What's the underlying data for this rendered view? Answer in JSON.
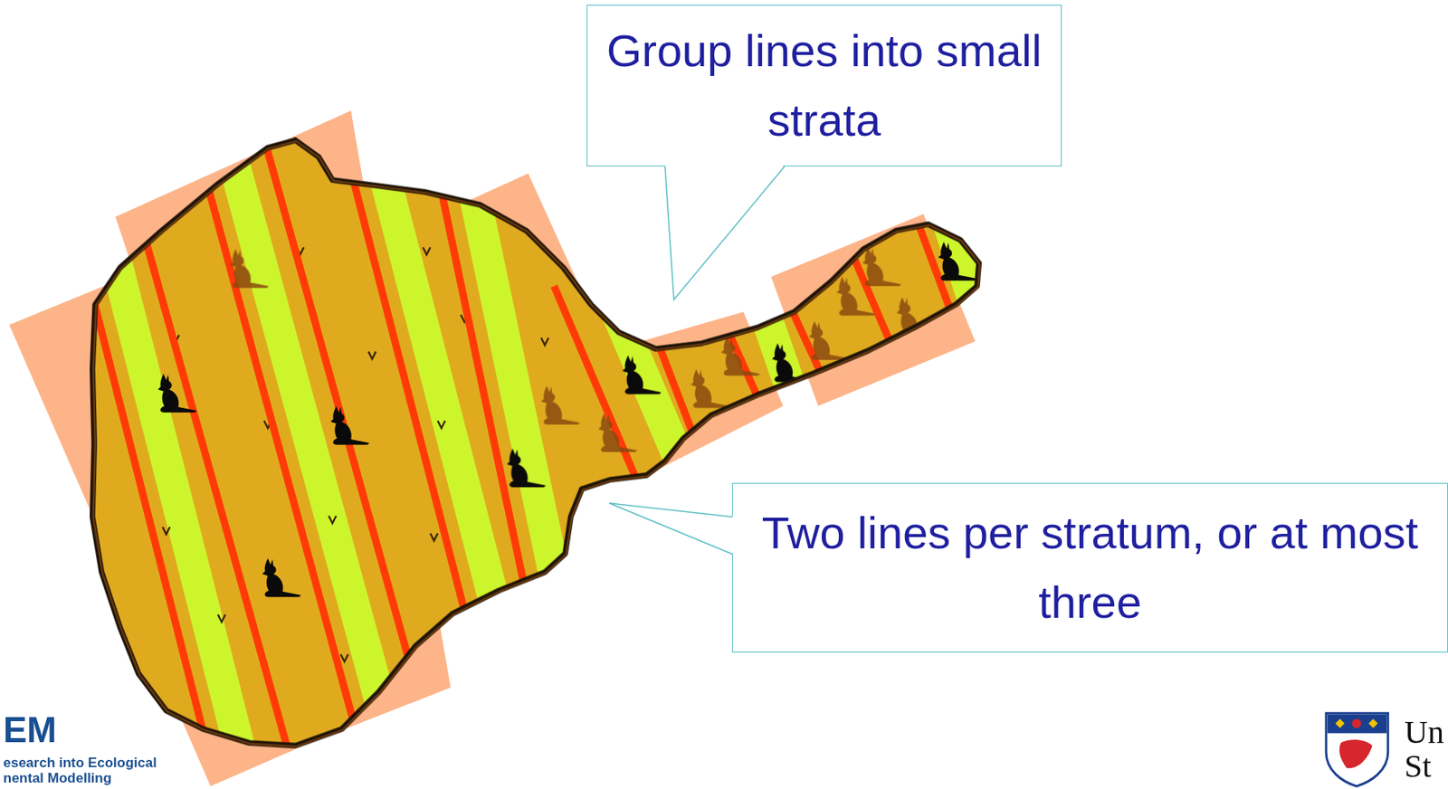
{
  "diagram": {
    "nodes": [
      {
        "text": [
          "Group lines into small strata"
        ]
      },
      {
        "text": [
          "Two lines per stratum, or at most three"
        ]
      }
    ],
    "labels": [
      "EM",
      "esearch into Ecological",
      "nental Modelling",
      "Un",
      "St"
    ]
  }
}
